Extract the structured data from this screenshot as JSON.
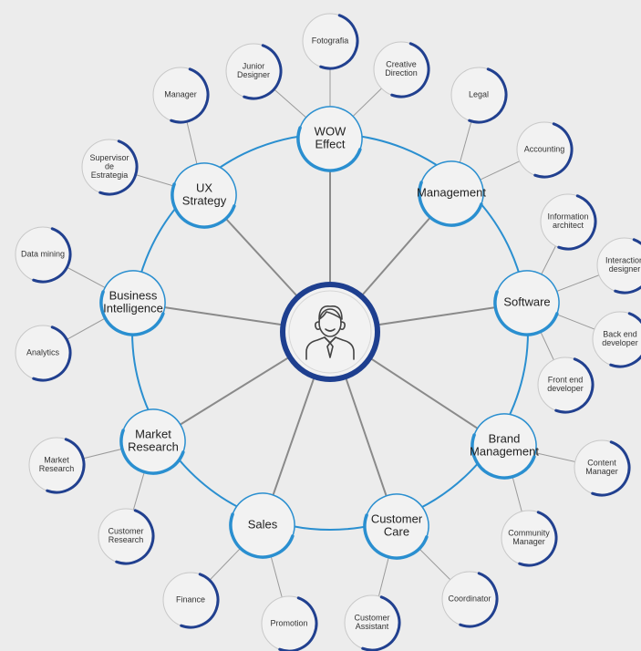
{
  "center": {
    "icon": "person-avatar-icon"
  },
  "colors": {
    "background": "#ececec",
    "ring": "#2a8fd0",
    "connector": "#8a8a8a",
    "center_ring": "#1e3f8f",
    "sub_arc": "#21408f",
    "main_arc": "#2a8fd0",
    "node_fill": "#f2f2f2"
  },
  "departments": [
    {
      "id": "wow-effect",
      "label": [
        "WOW",
        "Effect"
      ],
      "subs": [
        {
          "id": "junior-designer",
          "label": [
            "Junior",
            "Designer"
          ]
        },
        {
          "id": "fotografia",
          "label": [
            "Fotografia"
          ]
        },
        {
          "id": "creative-direction",
          "label": [
            "Creative",
            "Direction"
          ]
        }
      ]
    },
    {
      "id": "management",
      "label": [
        "Management"
      ],
      "subs": [
        {
          "id": "legal",
          "label": [
            "Legal"
          ]
        },
        {
          "id": "accounting",
          "label": [
            "Accounting"
          ]
        }
      ]
    },
    {
      "id": "software",
      "label": [
        "Software"
      ],
      "subs": [
        {
          "id": "information-architect",
          "label": [
            "Information",
            "architect"
          ]
        },
        {
          "id": "interaction-designer",
          "label": [
            "Interaction",
            "designer"
          ]
        },
        {
          "id": "back-end-developer",
          "label": [
            "Back end",
            "developer"
          ]
        },
        {
          "id": "front-end-developer",
          "label": [
            "Front end",
            "developer"
          ]
        }
      ]
    },
    {
      "id": "brand-management",
      "label": [
        "Brand",
        "Management"
      ],
      "subs": [
        {
          "id": "content-manager",
          "label": [
            "Content",
            "Manager"
          ]
        },
        {
          "id": "community-manager",
          "label": [
            "Community",
            "Manager"
          ]
        }
      ]
    },
    {
      "id": "customer-care",
      "label": [
        "Customer",
        "Care"
      ],
      "subs": [
        {
          "id": "coordinator",
          "label": [
            "Coordinator"
          ]
        },
        {
          "id": "customer-assistant",
          "label": [
            "Customer",
            "Assistant"
          ]
        }
      ]
    },
    {
      "id": "sales",
      "label": [
        "Sales"
      ],
      "subs": [
        {
          "id": "promotion",
          "label": [
            "Promotion"
          ]
        },
        {
          "id": "finance",
          "label": [
            "Finance"
          ]
        }
      ]
    },
    {
      "id": "market-research",
      "label": [
        "Market",
        "Research"
      ],
      "subs": [
        {
          "id": "customer-research",
          "label": [
            "Customer",
            "Research"
          ]
        },
        {
          "id": "market-research-sub",
          "label": [
            "Market",
            "Research"
          ]
        }
      ]
    },
    {
      "id": "business-intelligence",
      "label": [
        "Business",
        "Intelligence"
      ],
      "subs": [
        {
          "id": "analytics",
          "label": [
            "Analytics"
          ]
        },
        {
          "id": "data-mining",
          "label": [
            "Data mining"
          ]
        }
      ]
    },
    {
      "id": "ux-strategy",
      "label": [
        "UX",
        "Strategy"
      ],
      "subs": [
        {
          "id": "supervisor-de-estrategia",
          "label": [
            "Supervisor",
            "de",
            "Estrategia"
          ]
        },
        {
          "id": "manager",
          "label": [
            "Manager"
          ]
        }
      ]
    }
  ]
}
